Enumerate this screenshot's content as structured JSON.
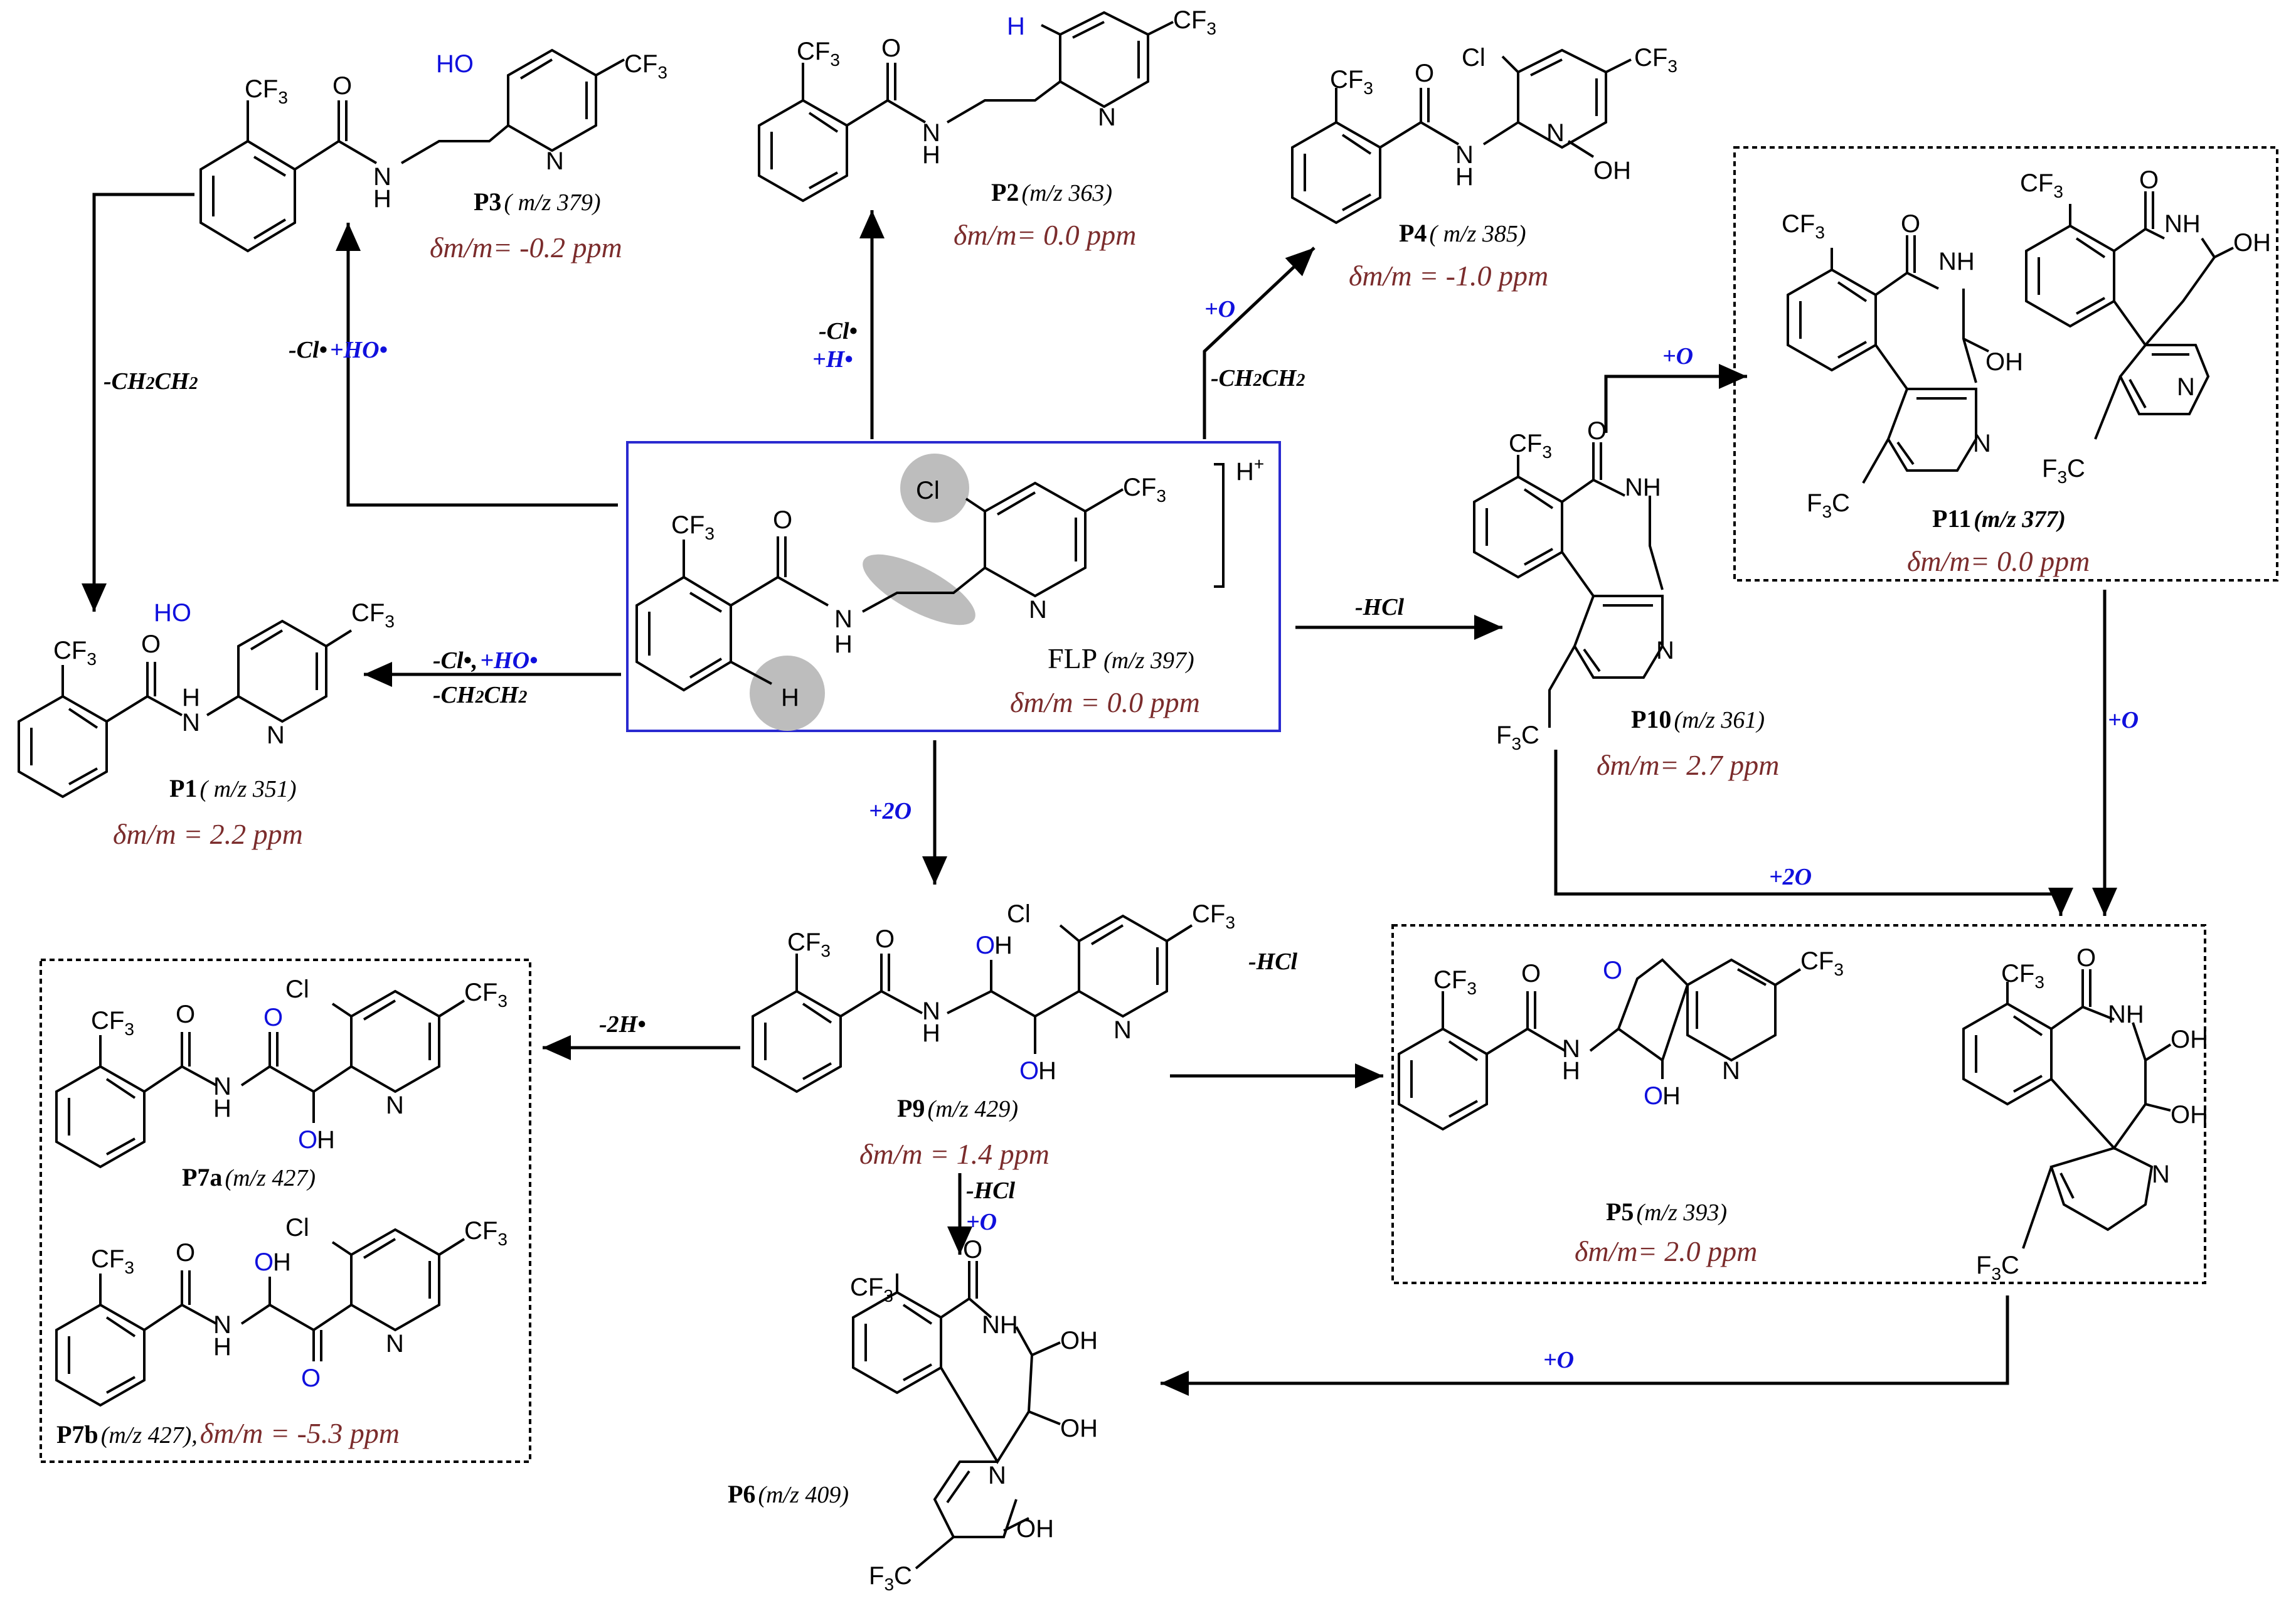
{
  "parent": {
    "name": "FLP",
    "mz": "(m/z 397)",
    "ppm": "δm/m = 0.0 ppm",
    "charge": "H+"
  },
  "products": {
    "P1": {
      "name": "P1",
      "mz": "( m/z 351)",
      "ppm": "δm/m = 2.2 ppm"
    },
    "P2": {
      "name": "P2",
      "mz": "(m/z 363)",
      "ppm": "δm/m= 0.0 ppm"
    },
    "P3": {
      "name": "P3",
      "mz": "( m/z 379)",
      "ppm": "δm/m= -0.2 ppm"
    },
    "P4": {
      "name": "P4",
      "mz": "( m/z 385)",
      "ppm": "δm/m = -1.0 ppm"
    },
    "P5": {
      "name": "P5",
      "mz": "(m/z 393)",
      "ppm": "δm/m= 2.0 ppm"
    },
    "P6": {
      "name": "P6",
      "mz": "(m/z 409)"
    },
    "P7a": {
      "name": "P7a",
      "mz": "(m/z 427)"
    },
    "P7b": {
      "name": "P7b",
      "mz": "(m/z 427),",
      "ppm": "δm/m = -5.3 ppm"
    },
    "P9": {
      "name": "P9",
      "mz": "(m/z 429)",
      "ppm": "δm/m = 1.4 ppm"
    },
    "P10": {
      "name": "P10",
      "mz": "(m/z 361)",
      "ppm": "δm/m= 2.7 ppm"
    },
    "P11": {
      "name": "P11",
      "mz": "(m/z 377)",
      "ppm": "δm/m= 0.0 ppm"
    }
  },
  "conditions": {
    "ch2ch2": "-CH2CH2",
    "cl_ho_a": "-Cl•",
    "cl_ho_b": "+HO•",
    "cl_h_a": "-Cl•",
    "cl_h_b": "+H•",
    "o_p4": "+O",
    "ch2ch2_p4": "-CH2CH2",
    "p1_a": "-Cl•,",
    "p1_b": "+HO•",
    "p1_c": "-CH2CH2",
    "hcl": "-HCl",
    "o_p11": "+O",
    "o_right": "+O",
    "two_o_p5": "+2O",
    "two_o_p9": "+2O",
    "two_h": "-2H•",
    "hcl_p5": "-HCl",
    "hcl_p6": "-HCl",
    "o_p6": "+O",
    "o_bottom": "+O"
  }
}
